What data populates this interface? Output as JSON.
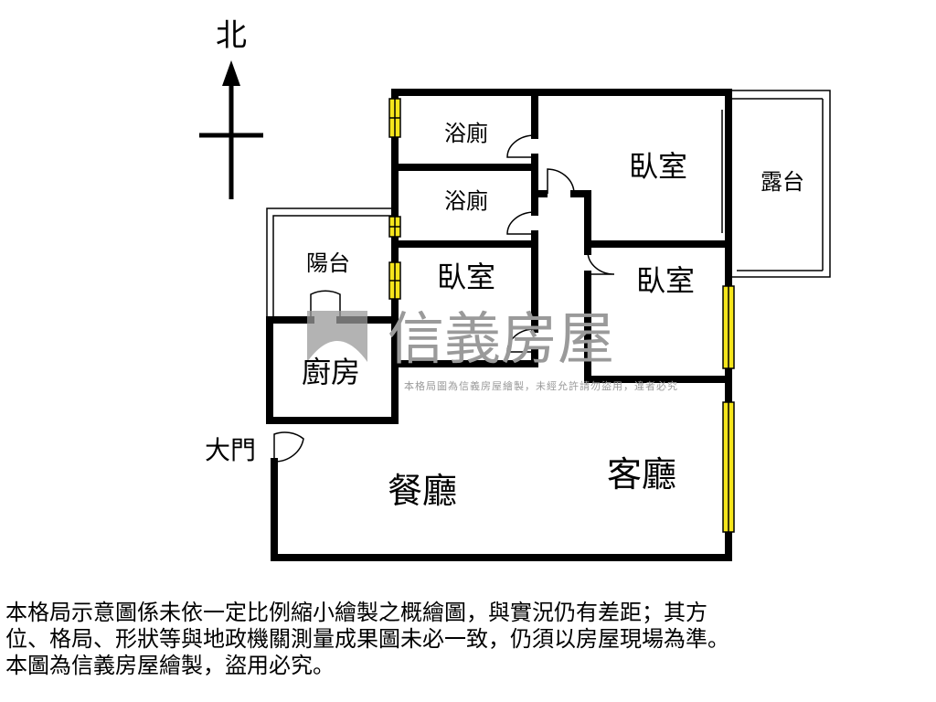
{
  "compass": {
    "north_label": "北"
  },
  "rooms": {
    "bath_1": "浴廁",
    "bath_2": "浴廁",
    "bedroom_master": "臥室",
    "terrace": "露台",
    "balcony": "陽台",
    "bedroom_small": "臥室",
    "bedroom_right": "臥室",
    "kitchen": "廚房",
    "entrance": "大門",
    "dining": "餐廳",
    "living": "客廳"
  },
  "watermark": {
    "brand": "信義房屋",
    "notice": "本格局圖為信義房屋繪製，未經允許請勿盜用，違者必究"
  },
  "disclaimer": {
    "line1": "本格局示意圖係未依一定比例縮小繪製之概繪圖，與實況仍有差距；其方",
    "line2": "位、格局、形狀等與地政機關測量成果圖未必一致，仍須以房屋現場為準。",
    "line3": "本圖為信義房屋繪製，盜用必究。"
  },
  "colors": {
    "wall": "#000000",
    "window": "#f5e51c",
    "watermark": "#9a9a9a"
  }
}
